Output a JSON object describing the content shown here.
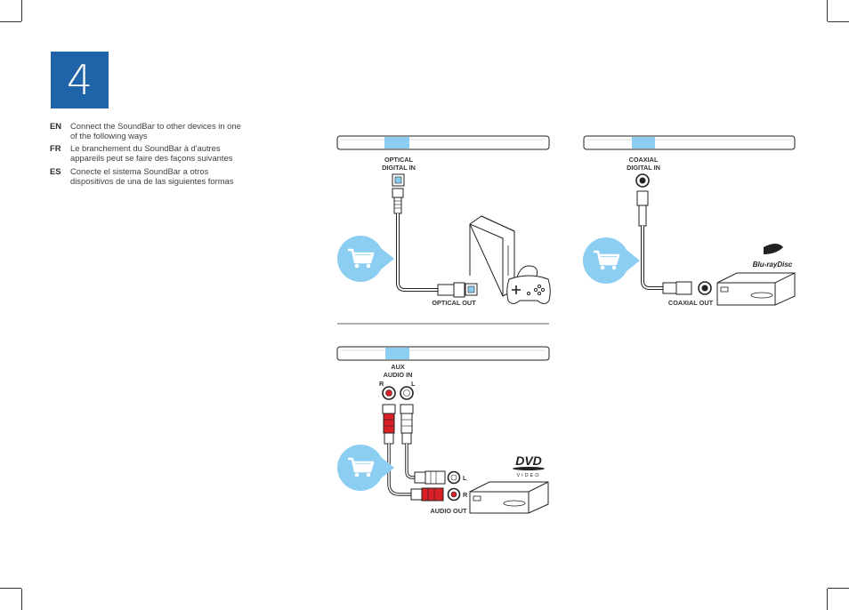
{
  "page": {
    "step_number": "4",
    "instructions": [
      {
        "code": "EN",
        "text": "Connect the SoundBar to other devices in one of the following ways"
      },
      {
        "code": "FR",
        "text": "Le branchement du SoundBar à d'autres appareils peut se faire des façons suivantes"
      },
      {
        "code": "ES",
        "text": "Conecte el sistema SoundBar a otros dispositivos de una de las siguientes formas"
      }
    ]
  },
  "diagrams": {
    "optical": {
      "input_label_1": "OPTICAL",
      "input_label_2": "DIGITAL IN",
      "output_label": "OPTICAL OUT"
    },
    "coaxial": {
      "input_label_1": "COAXIAL",
      "input_label_2": "DIGITAL IN",
      "output_label": "COAXIAL OUT",
      "player_logo": "Blu-rayDisc"
    },
    "aux": {
      "input_label_1": "AUX",
      "input_label_2": "AUDIO IN",
      "right_label": "R",
      "left_label": "L",
      "output_label": "AUDIO OUT",
      "out_left_label": "L",
      "out_right_label": "R",
      "player_logo": "DVD",
      "player_logo_sub": "VIDEO"
    }
  },
  "colors": {
    "step_box": "#1f63a8",
    "highlight": "#8ccdf2",
    "cart_badge": "#8ccdf2",
    "red_plug": "#d92027"
  }
}
